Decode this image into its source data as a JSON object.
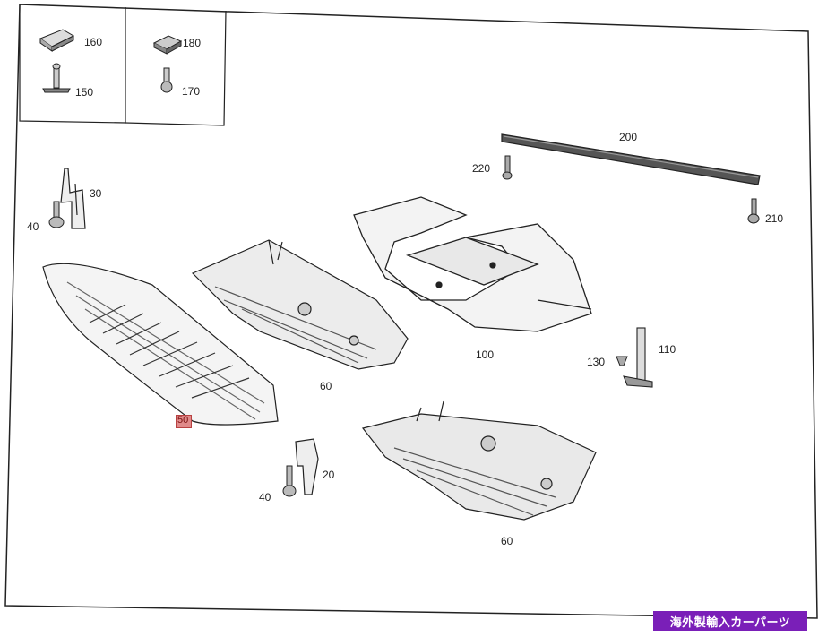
{
  "labels": {
    "p160": "160",
    "p150": "150",
    "p180": "180",
    "p170": "170",
    "p200": "200",
    "p220": "220",
    "p210": "210",
    "p30": "30",
    "p40a": "40",
    "p100": "100",
    "p110": "110",
    "p130": "130",
    "p60a": "60",
    "p50": "50",
    "p20": "20",
    "p40b": "40",
    "p60b": "60"
  },
  "badge": {
    "text": "海外製輸入カーパーツ",
    "color": "#7a1fb8"
  },
  "colors": {
    "line": "#222222",
    "highlight": "#e08a8a"
  }
}
